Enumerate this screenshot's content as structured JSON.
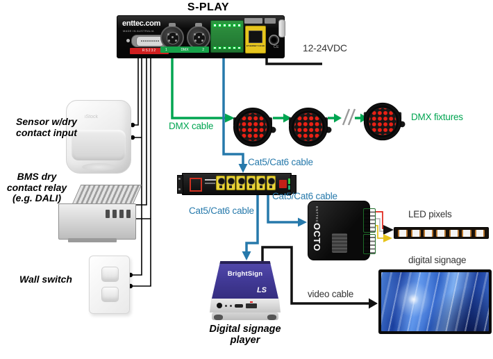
{
  "title": "S-PLAY",
  "splay": {
    "brand": "enttec.com",
    "made_in": "MADE IN AUSTRALIA",
    "rs232_label": "RS232",
    "dmx_left": "1",
    "dmx_center": "DMX",
    "dmx_right": "2",
    "ethernet_label": "ETHERNET 10/100",
    "cert_label": "CE",
    "power_label": "12-24VDC"
  },
  "input_labels": {
    "sensor": "Sensor w/dry\ncontact input",
    "bms_relay": "BMS dry\ncontact relay\n(e.g. DALI)",
    "wall_switch": "Wall switch"
  },
  "cable_labels": {
    "dmx": "DMX cable",
    "cat5": "Cat5/Cat6 cable",
    "video": "video cable"
  },
  "output_labels": {
    "dmx_fixtures": "DMX fixtures",
    "led_pixels": "LED pixels",
    "digital_signage": "digital signage",
    "signage_player": "Digital signage\nplayer"
  },
  "octo": {
    "brand": "ENTTEC",
    "model": "OCTO"
  },
  "brightsign": {
    "logo": "BrightSign",
    "model": "LS"
  },
  "watermark": "iStock",
  "colors": {
    "dmx_green": "#00a551",
    "cat5_blue": "#2679ab",
    "brightsign_purple": "#3f3794",
    "fixture_led_red": "#e8231a"
  }
}
